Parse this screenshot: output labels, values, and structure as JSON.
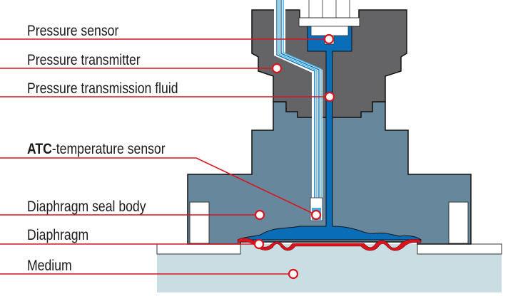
{
  "labels": {
    "pressure_sensor": "Pressure sensor",
    "pressure_transmitter": "Pressure transmitter",
    "pressure_transmission_fluid": "Pressure transmission fluid",
    "atc_bold": "ATC",
    "atc_rest": "-temperature sensor",
    "diaphragm_seal_body": "Diaphragm seal body",
    "diaphragm": "Diaphragm",
    "medium": "Medium"
  },
  "colors": {
    "transmitter": "#646466",
    "seal_body": "#67889c",
    "fluid": "#0a6db8",
    "diaphragm": "#d9141e",
    "medium": "#c9dde3",
    "leader": "#d9141e",
    "capillary": "#3db3e6"
  }
}
